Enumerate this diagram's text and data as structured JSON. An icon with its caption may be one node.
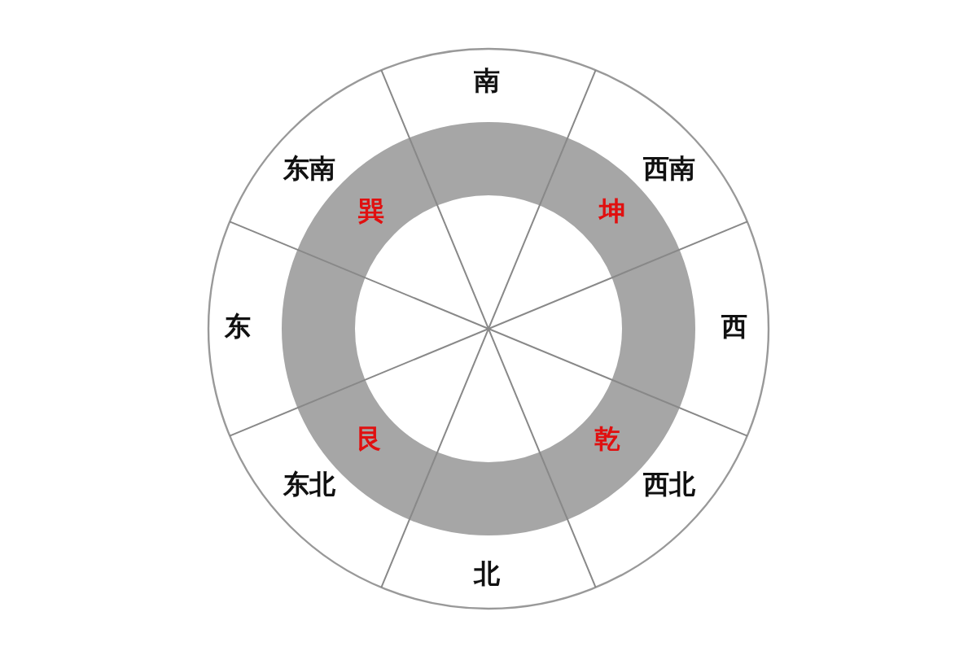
{
  "diagram": {
    "labels": [
      "南",
      "东南",
      "巽",
      "西南",
      "坤",
      "东",
      "西",
      "艮",
      "乾",
      "东北",
      "西北",
      "北"
    ]
  }
}
